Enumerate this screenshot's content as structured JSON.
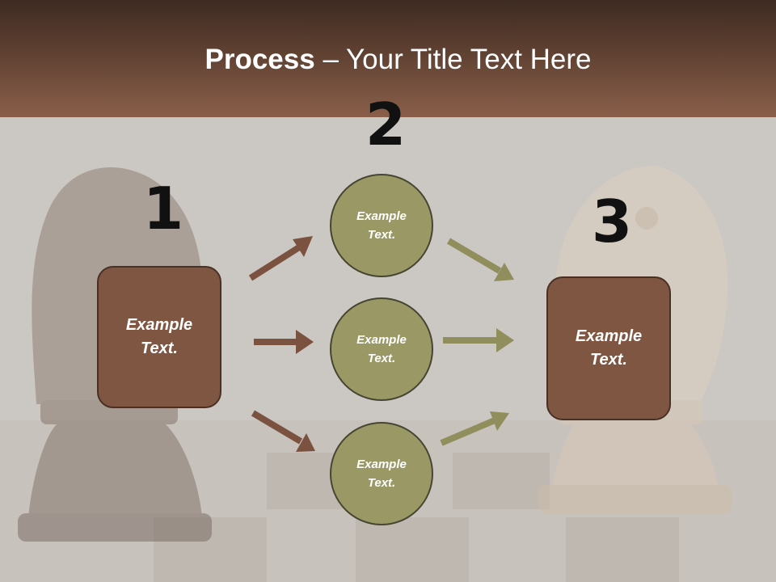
{
  "title": {
    "bold": "Process",
    "rest": " – Your Title Text Here"
  },
  "steps": {
    "one": "1",
    "two": "2",
    "three": "3"
  },
  "left_box": {
    "line1": "Example",
    "line2": "Text."
  },
  "circles": [
    {
      "line1": "Example",
      "line2": "Text."
    },
    {
      "line1": "Example",
      "line2": "Text."
    },
    {
      "line1": "Example",
      "line2": "Text."
    }
  ],
  "right_box": {
    "line1": "Example",
    "line2": "Text."
  },
  "colors": {
    "header_dark": "#3e2b22",
    "header_light": "#8a5f4a",
    "box_fill": "#7e5642",
    "circle_fill": "#9a9966",
    "arrow_brown": "#7b5140",
    "arrow_olive": "#8f8e5c"
  }
}
